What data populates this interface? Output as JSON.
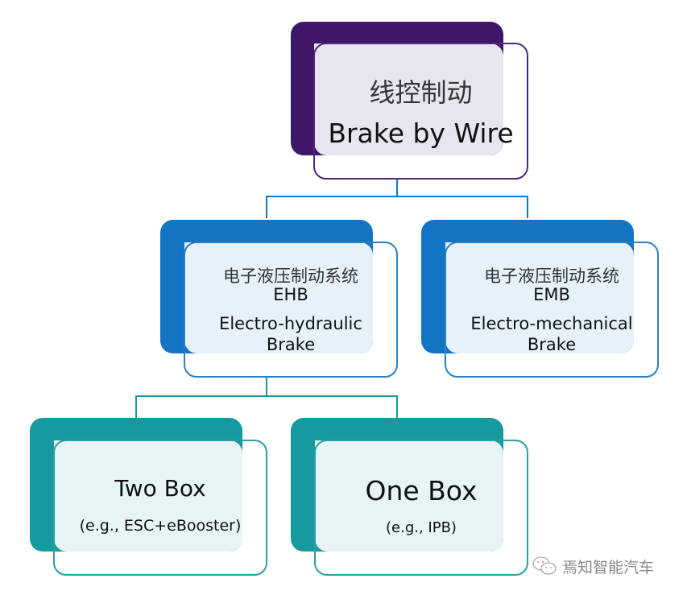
{
  "colors": {
    "root_dark": "#3f1668",
    "root_light": "#e8e4f0",
    "root_border": "#4b2a82",
    "mid_dark": "#1274c3",
    "mid_light": "#e6f1f9",
    "mid_border": "#2b7fc4",
    "leaf_dark": "#169aa0",
    "leaf_light": "#e6f4f5",
    "leaf_border": "#2b9ea3"
  },
  "root": {
    "cn": "线控制动",
    "en": "Brake by Wire"
  },
  "ehb": {
    "cn": "电子液压制动系统",
    "abbr": "EHB",
    "en1": "Electro-hydraulic",
    "en2": "Brake"
  },
  "emb": {
    "cn": "电子液压制动系统",
    "abbr": "EMB",
    "en1": "Electro-mechanical",
    "en2": "Brake"
  },
  "two_box": {
    "title": "Two Box",
    "example": "(e.g., ESC+eBooster)"
  },
  "one_box": {
    "title": "One Box",
    "example": "(e.g., IPB)"
  },
  "watermark": {
    "text": "焉知智能汽车",
    "icon": "wechat-icon"
  }
}
